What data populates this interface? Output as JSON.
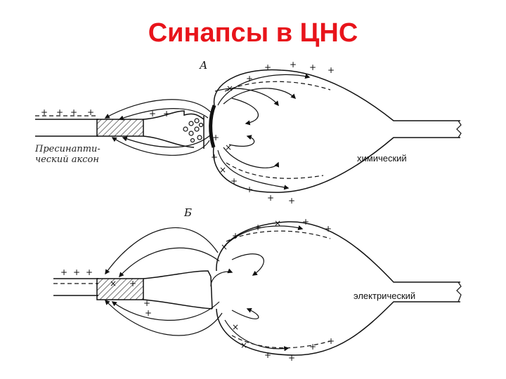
{
  "slide": {
    "title": "Синапсы в ЦНС",
    "title_color": "#e8141b"
  },
  "diagram": {
    "panel_a": {
      "letter": "А",
      "caption": "химический",
      "handwritten_line1": "Пресинапти-",
      "handwritten_line2": "ческий аксон"
    },
    "panel_b": {
      "letter": "Б",
      "caption": "электрический"
    },
    "line_color": "#111111"
  }
}
